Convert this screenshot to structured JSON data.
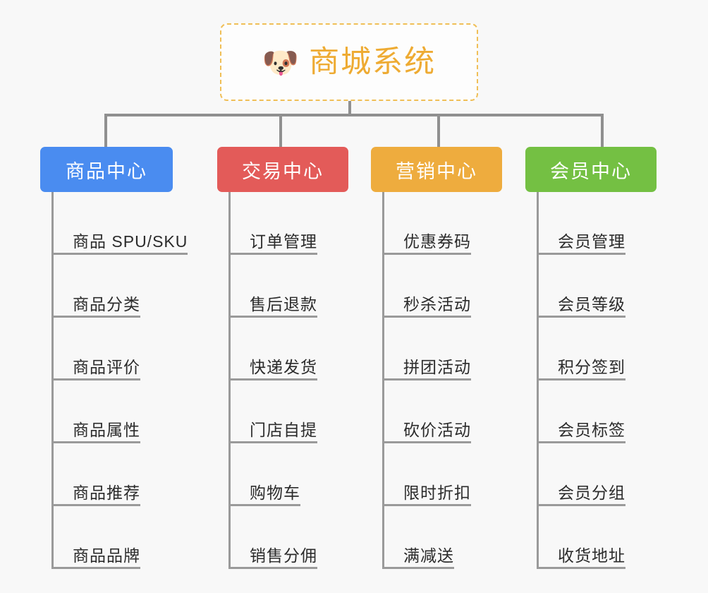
{
  "diagram": {
    "type": "organization-tree",
    "background_color": "#f8f8f8",
    "connector_color": "#909090",
    "root": {
      "icon": "dog-face-icon",
      "icon_glyph": "🐶",
      "title": "商城系统",
      "text_color": "#eeab33",
      "border_color": "#f0bf57",
      "background_color": "#fdfdfd"
    },
    "columns": [
      {
        "title": "商品中心",
        "color": "#4a8cf0",
        "items": [
          "商品 SPU/SKU",
          "商品分类",
          "商品评价",
          "商品属性",
          "商品推荐",
          "商品品牌"
        ]
      },
      {
        "title": "交易中心",
        "color": "#e35b59",
        "items": [
          "订单管理",
          "售后退款",
          "快递发货",
          "门店自提",
          "购物车",
          "销售分佣"
        ]
      },
      {
        "title": "营销中心",
        "color": "#eeac3e",
        "items": [
          "优惠券码",
          "秒杀活动",
          "拼团活动",
          "砍价活动",
          "限时折扣",
          "满减送"
        ]
      },
      {
        "title": "会员中心",
        "color": "#74c043",
        "items": [
          "会员管理",
          "会员等级",
          "积分签到",
          "会员标签",
          "会员分组",
          "收货地址"
        ]
      }
    ]
  }
}
